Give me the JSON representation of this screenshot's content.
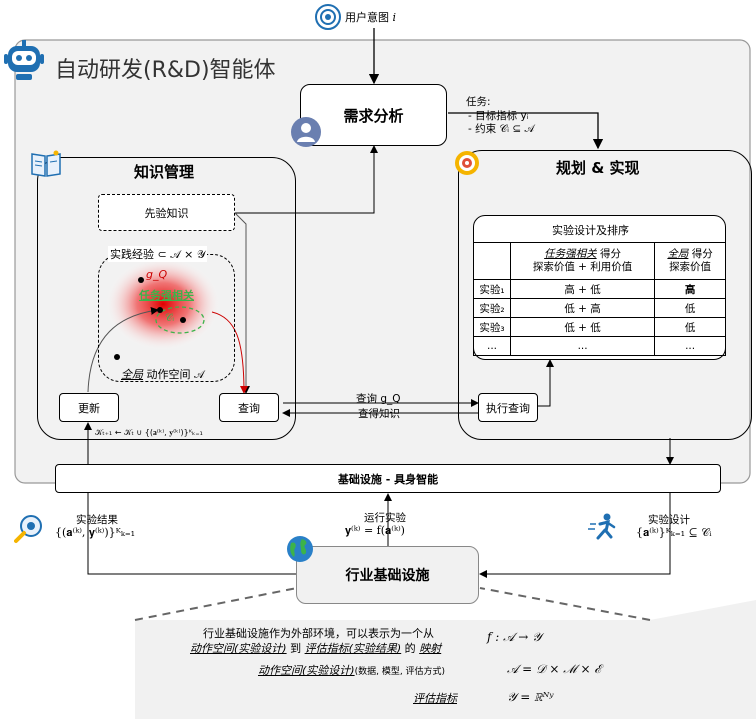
{
  "agent": {
    "title": "自动研发(R&D)智能体",
    "user_intent": "用户意图",
    "user_intent_var": "i"
  },
  "requirement": {
    "title": "需求分析",
    "task_label": "任务:",
    "task_goal": "- 目标指标 yᵢ",
    "task_constraint": "- 约束 𝒞ᵢ ⊆ 𝒜"
  },
  "knowledge": {
    "title": "知识管理",
    "prior": "先验知识",
    "practice": "实践经验 ⊂ 𝒜 × 𝒴",
    "gq": "g_Q",
    "task_related": "任务强相关",
    "ci": "𝒞ᵢ",
    "global": "全局",
    "action_space": " 动作空间 𝒜",
    "update": "更新",
    "query": "查询",
    "update_formula": "𝒦ₜ₊₁ ← 𝒦ₜ ∪ {(𝐚⁽ᵏ⁾, 𝐲⁽ᵏ⁾)}ᴷₖ₌₁"
  },
  "planning": {
    "title": "规划 & 实现",
    "table_title": "实验设计及排序",
    "col1_head_a": "任务强相关",
    "col1_head_b": " 得分",
    "col1_head_c": "探索价值 + 利用价值",
    "col2_head_a": "全局",
    "col2_head_b": " 得分",
    "col2_head_c": "探索价值",
    "rows": [
      {
        "name": "实验₁",
        "c1": "高 + 低",
        "c2": "高"
      },
      {
        "name": "实验₂",
        "c1": "低 + 高",
        "c2": "低"
      },
      {
        "name": "实验₃",
        "c1": "低 + 低",
        "c2": "低"
      },
      {
        "name": "...",
        "c1": "...",
        "c2": "..."
      }
    ],
    "exec_query": "执行查询"
  },
  "links": {
    "query": "查询 g_Q",
    "get_knowledge": "查得知识"
  },
  "infra": {
    "embodied": "基础设施 - 具身智能",
    "industry": "行业基础设施",
    "result_label": "实验结果",
    "result_formula": "{(𝐚⁽ᵏ⁾, 𝐲⁽ᵏ⁾)}ᴷₖ₌₁",
    "run_label": "运行实验",
    "run_formula": "𝐲⁽ᵏ⁾ = f(𝐚⁽ᵏ⁾)",
    "design_label": "实验设计",
    "design_formula": "{𝐚⁽ᵏ⁾}ᴷₖ₌₁ ⊆ 𝒞ᵢ"
  },
  "legend": {
    "line1": "行业基础设施作为外部环境，可以表示为一个从",
    "line2_a": "动作空间(实验设计)",
    "line2_b": " 到 ",
    "line2_c": "评估指标(实验结果)",
    "line2_d": " 的 ",
    "line2_e": "映射",
    "line3_a": "动作空间(实验设计)",
    "line3_b": "(数据, 模型, 评估方式)",
    "line4": "评估指标",
    "f1": "f : 𝒜 → 𝒴",
    "f2": "𝒜 = 𝒟 × ℳ × ℰ",
    "f3": "𝒴 = ℝᴺʸ"
  }
}
